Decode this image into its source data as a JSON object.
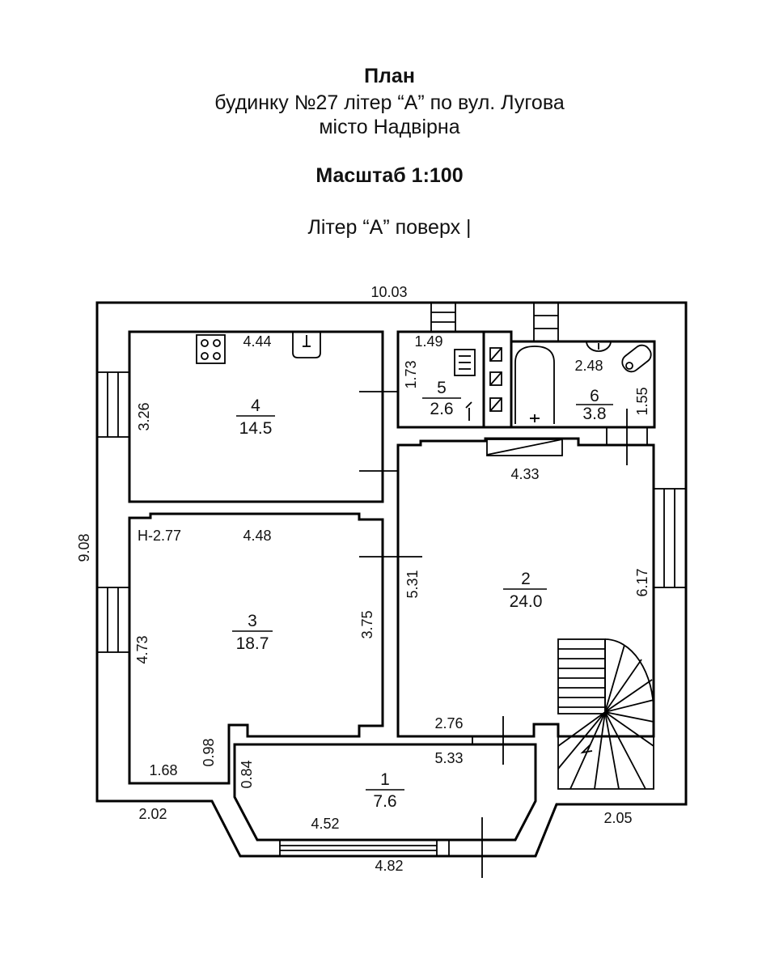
{
  "header": {
    "title": "План",
    "line2": "будинку №27 літер “А” по вул. Лугова",
    "line3": "місто Надвірна",
    "scale": "Масштаб 1:100",
    "floor": "Літер “А” поверх |"
  },
  "rooms": [
    {
      "number": "1",
      "area": "7.6"
    },
    {
      "number": "2",
      "area": "24.0"
    },
    {
      "number": "3",
      "area": "18.7"
    },
    {
      "number": "4",
      "area": "14.5"
    },
    {
      "number": "5",
      "area": "2.6"
    },
    {
      "number": "6",
      "area": "3.8"
    }
  ],
  "dimensions": {
    "overall_width": "10.03",
    "overall_depth": "9.08",
    "front_left": "2.02",
    "front_right": "2.05",
    "porch_width": "4.82",
    "r4_width": "4.44",
    "r4_depth": "3.26",
    "r5_width": "1.49",
    "r5_depth": "1.73",
    "r6_width": "2.48",
    "r6_depth": "1.55",
    "r2_top": "4.33",
    "r2_left": "5.31",
    "r2_right": "6.17",
    "r2_bottom": "2.76",
    "r3_width": "4.48",
    "r3_left": "4.73",
    "r3_right": "3.75",
    "r3_bottom": "1.68",
    "r3_step": "0.98",
    "r1_top": "5.33",
    "r1_bottom": "4.52",
    "r1_side": "0.84",
    "height_label": "Н-2.77"
  }
}
